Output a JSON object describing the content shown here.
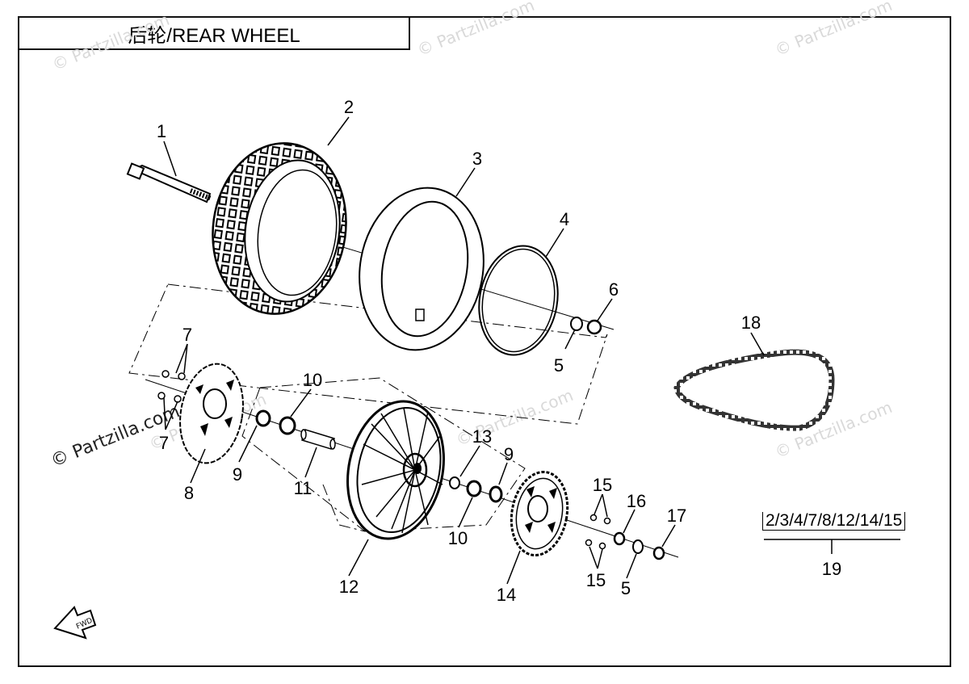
{
  "title": "后轮/REAR WHEEL",
  "watermarks": [
    "© Partzilla.com",
    "© Partzilla.com",
    "© Partzilla.com",
    "© Partzilla.com",
    "© Partzilla.com",
    "© Partzilla.com",
    "© Partzilla.com"
  ],
  "callouts": [
    "1",
    "2",
    "3",
    "4",
    "5",
    "6",
    "7",
    "7",
    "8",
    "9",
    "10",
    "11",
    "12",
    "13",
    "9",
    "10",
    "14",
    "15",
    "16",
    "17",
    "15",
    "5",
    "18",
    "19"
  ],
  "kit_label": "2/3/4/7/8/12/14/15",
  "fwd_icon": "fwd-arrow-icon",
  "colors": {
    "line": "#000000",
    "watermark": "#d9d9d9"
  }
}
